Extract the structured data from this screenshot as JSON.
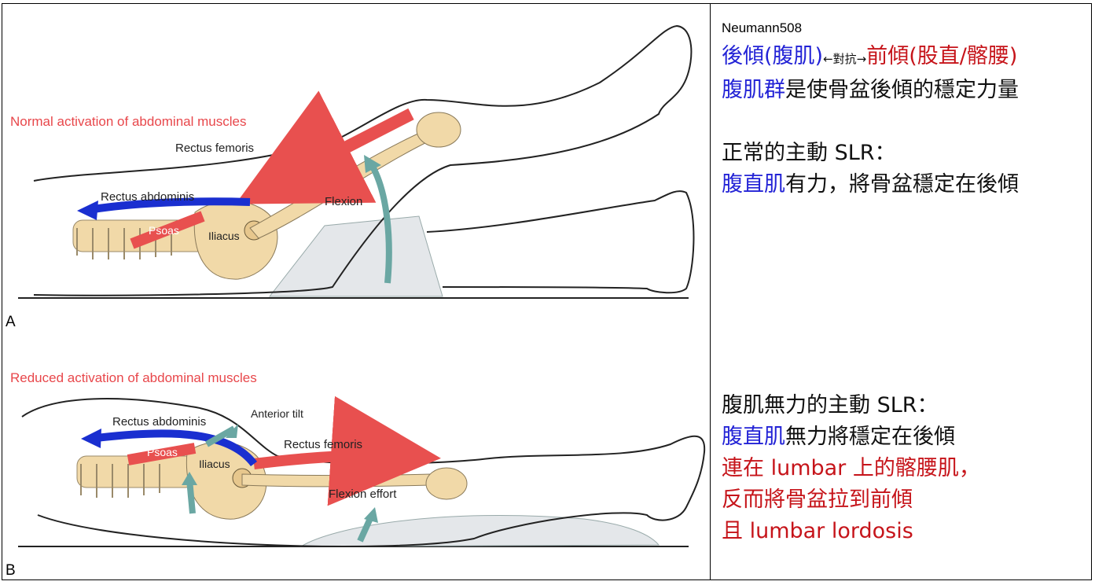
{
  "figure": {
    "panel_a": {
      "caption": "Normal activation of abdominal muscles",
      "letter": "A",
      "rectus_femoris": "Rectus femoris",
      "rectus_abdominis": "Rectus abdominis",
      "psoas": "Psoas",
      "iliacus": "Iliacus",
      "flexion": "Flexion"
    },
    "panel_b": {
      "caption": "Reduced activation of abdominal muscles",
      "letter": "B",
      "rectus_abdominis": "Rectus abdominis",
      "anterior_tilt": "Anterior tilt",
      "rectus_femoris": "Rectus femoris",
      "psoas": "Psoas",
      "iliacus": "Iliacus",
      "flexion_effort": "Flexion effort"
    },
    "colors": {
      "caption_red": "#e8474b",
      "muscle_red": "#e8504f",
      "abdominis_blue": "#1a2fd0",
      "arrow_teal": "#6aa7a3",
      "bone": "#f1d9a8"
    }
  },
  "notes": {
    "source": "Neumann508",
    "line1": {
      "a": "後傾(腹肌)",
      "b": "←對抗→",
      "c": "前傾(股直/髂腰)"
    },
    "line2": {
      "a": "腹肌群",
      "b": "是使骨盆後傾的穩定力量"
    },
    "normal_title": "正常的主動 SLR：",
    "normal_body": {
      "a": "腹直肌",
      "b": "有力，將骨盆穩定在後傾"
    },
    "weak_title": "腹肌無力的主動 SLR：",
    "weak_line1": {
      "a": "腹直肌",
      "b": "無力將穩定在後傾"
    },
    "weak_line2": "連在 lumbar 上的髂腰肌，",
    "weak_line3": "反而將骨盆拉到前傾",
    "weak_line4": "且 lumbar lordosis"
  }
}
